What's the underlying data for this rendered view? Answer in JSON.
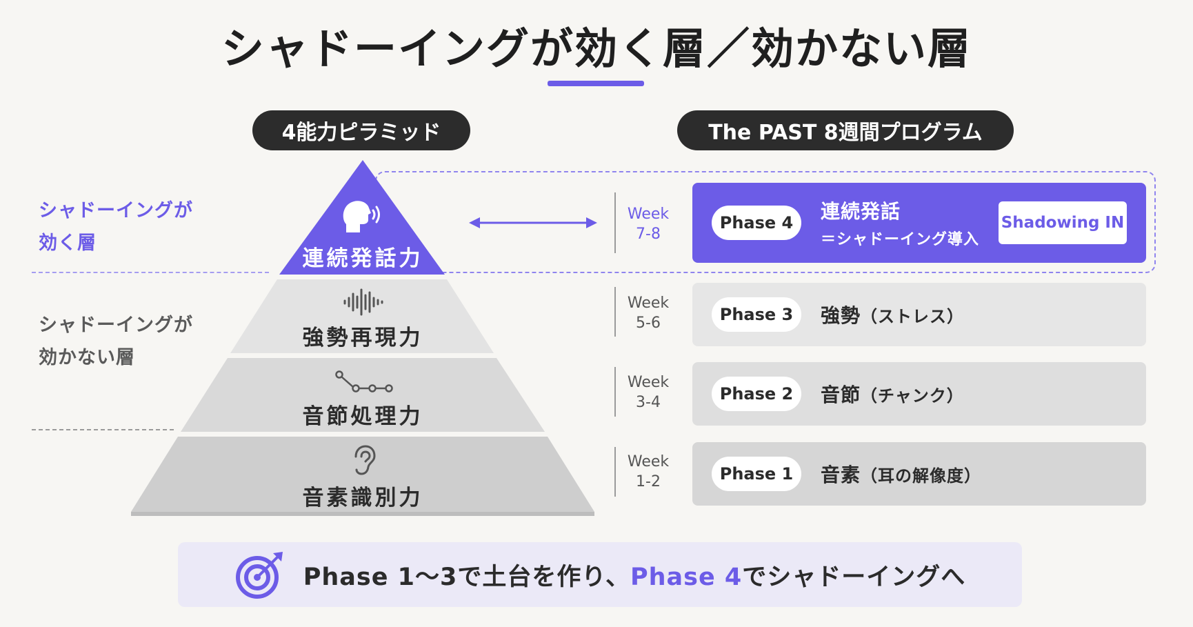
{
  "title": "シャドーイングが効く層／効かない層",
  "colors": {
    "accent": "#6c5ce7",
    "dark": "#2c2c2c",
    "background": "#f7f6f3"
  },
  "left_section": {
    "heading": "4能力ピラミッド"
  },
  "right_section": {
    "heading": "The PAST 8週間プログラム"
  },
  "side_labels": {
    "works": [
      "シャドーイングが",
      "効く層"
    ],
    "not_works": [
      "シャドーイングが",
      "効かない層"
    ]
  },
  "pyramid": {
    "tiers": [
      {
        "label": "連続発話力",
        "icon": "speaking-head-icon"
      },
      {
        "label": "強勢再現力",
        "icon": "sound-wave-icon"
      },
      {
        "label": "音節処理力",
        "icon": "node-chain-icon"
      },
      {
        "label": "音素識別力",
        "icon": "ear-icon"
      }
    ]
  },
  "phases": [
    {
      "week_label": "Week",
      "weeks": "7-8",
      "phase": "Phase 4",
      "title": "連続発話",
      "subtitle": "＝シャドーイング導入",
      "badge": "Shadowing IN",
      "highlighted": true
    },
    {
      "week_label": "Week",
      "weeks": "5-6",
      "phase": "Phase 3",
      "title": "強勢",
      "detail": "（ストレス）"
    },
    {
      "week_label": "Week",
      "weeks": "3-4",
      "phase": "Phase 2",
      "title": "音節",
      "detail": "（チャンク）"
    },
    {
      "week_label": "Week",
      "weeks": "1-2",
      "phase": "Phase 1",
      "title": "音素",
      "detail": "（耳の解像度）"
    }
  ],
  "callout": {
    "icon": "target-icon",
    "part1": "Phase 1〜3で土台を作り、",
    "accent": "Phase 4",
    "part2": "でシャドーイングへ"
  }
}
